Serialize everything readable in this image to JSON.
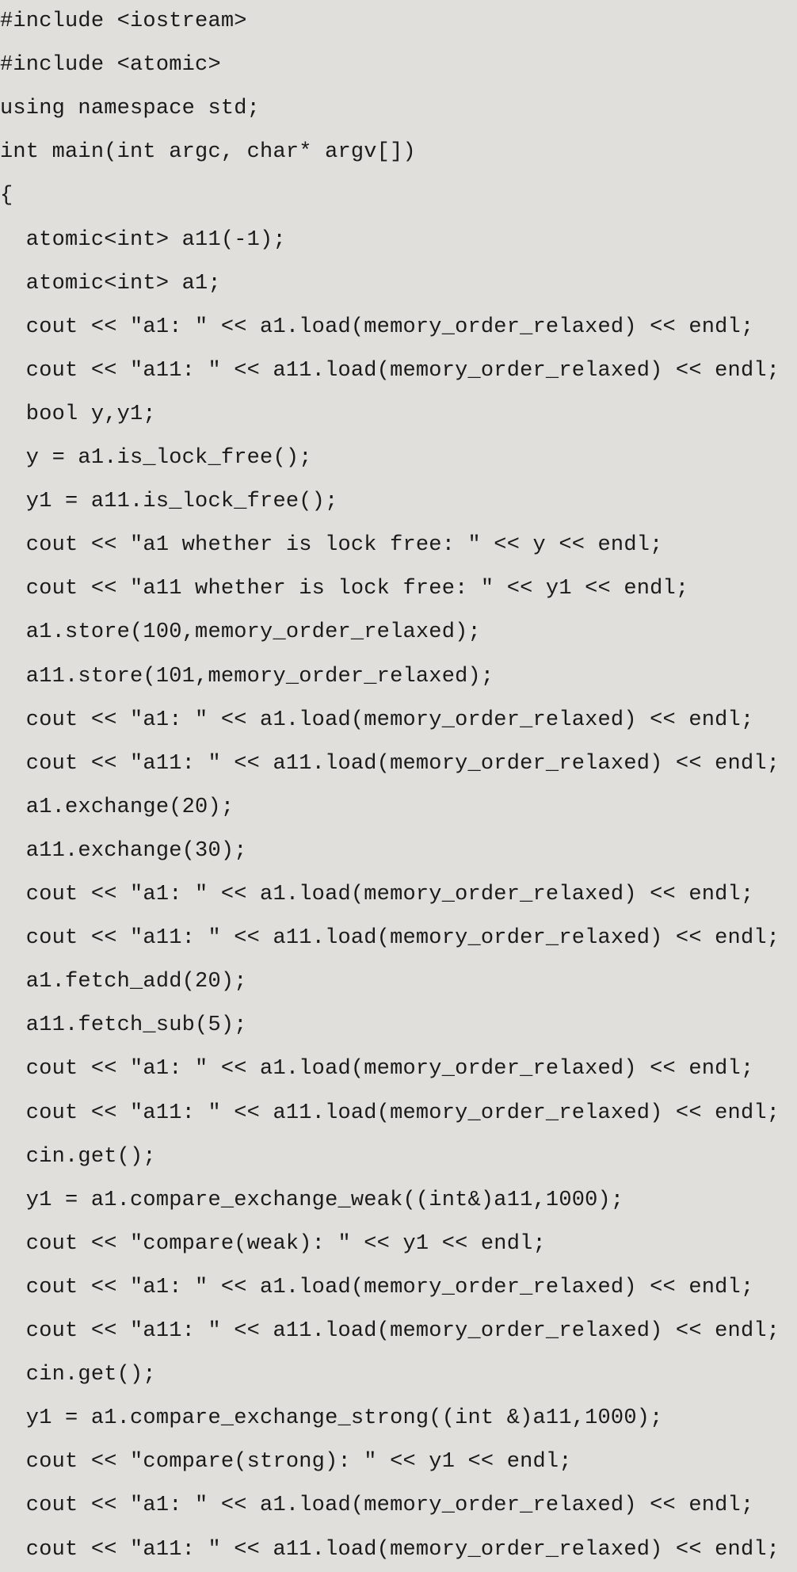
{
  "document": {
    "lines": [
      "#include <iostream>",
      "#include <atomic>",
      "using namespace std;",
      "int main(int argc, char* argv[])",
      "{",
      "  atomic<int> a11(-1);",
      "  atomic<int> a1;",
      "  cout << \"a1: \" << a1.load(memory_order_relaxed) << endl;",
      "  cout << \"a11: \" << a11.load(memory_order_relaxed) << endl;",
      "  bool y,y1;",
      "  y = a1.is_lock_free();",
      "  y1 = a11.is_lock_free();",
      "  cout << \"a1 whether is lock free: \" << y << endl;",
      "  cout << \"a11 whether is lock free: \" << y1 << endl;",
      "  a1.store(100,memory_order_relaxed);",
      "  a11.store(101,memory_order_relaxed);",
      "  cout << \"a1: \" << a1.load(memory_order_relaxed) << endl;",
      "  cout << \"a11: \" << a11.load(memory_order_relaxed) << endl;",
      "  a1.exchange(20);",
      "  a11.exchange(30);",
      "  cout << \"a1: \" << a1.load(memory_order_relaxed) << endl;",
      "  cout << \"a11: \" << a11.load(memory_order_relaxed) << endl;",
      "  a1.fetch_add(20);",
      "  a11.fetch_sub(5);",
      "  cout << \"a1: \" << a1.load(memory_order_relaxed) << endl;",
      "  cout << \"a11: \" << a11.load(memory_order_relaxed) << endl;",
      "  cin.get();",
      "  y1 = a1.compare_exchange_weak((int&)a11,1000);",
      "  cout << \"compare(weak): \" << y1 << endl;",
      "  cout << \"a1: \" << a1.load(memory_order_relaxed) << endl;",
      "  cout << \"a11: \" << a11.load(memory_order_relaxed) << endl;",
      "  cin.get();",
      "  y1 = a1.compare_exchange_strong((int &)a11,1000);",
      "  cout << \"compare(strong): \" << y1 << endl;",
      "  cout << \"a1: \" << a1.load(memory_order_relaxed) << endl;",
      "  cout << \"a11: \" << a11.load(memory_order_relaxed) << endl;"
    ]
  },
  "colors": {
    "background": "#e0dfdb",
    "text": "#1a1a1a"
  }
}
